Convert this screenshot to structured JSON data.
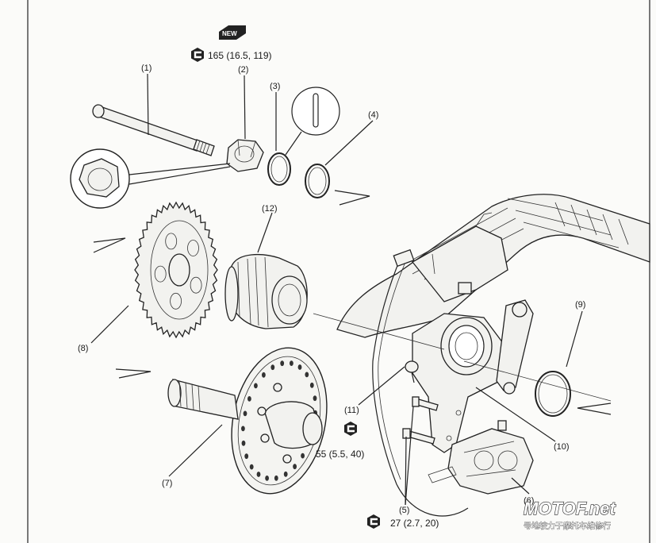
{
  "border_color": "#222222",
  "new_badge": "NEW",
  "torque_specs": {
    "axle_nut": "165 (16.5, 119)",
    "hub_bolts": "55 (5.5, 40)",
    "caliper_bolts": "27 (2.7, 20)"
  },
  "callouts": {
    "c1": "(1)",
    "c2": "(2)",
    "c3": "(3)",
    "c4": "(4)",
    "c5": "(5)",
    "c6": "(6)",
    "c7": "(7)",
    "c8": "(8)",
    "c9": "(9)",
    "c10": "(10)",
    "c11": "(11)",
    "c12": "(12)"
  },
  "watermark": {
    "brand": "MOTOF.net",
    "tagline": "号地较力于摩托车维修行"
  },
  "icons": [
    "torque-wrench-icon",
    "new-part-icon"
  ]
}
